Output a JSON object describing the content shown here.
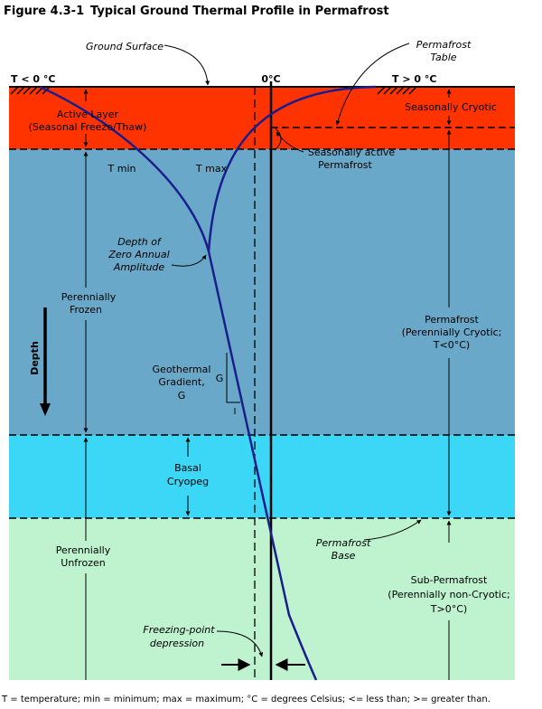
{
  "figure": {
    "number": "Figure 4.3-1",
    "title": "Typical Ground Thermal Profile in Permafrost"
  },
  "labels": {
    "ground_surface": "Ground Surface",
    "t_below_zero": "T < 0 °C",
    "zero_c": "0°C",
    "t_above_zero": "T > 0 °C",
    "permafrost_table_line1": "Permafrost",
    "permafrost_table_line2": "Table",
    "active_layer_line1": "Active Layer",
    "active_layer_line2": "(Seasonal Freeze/Thaw)",
    "seasonally_cryotic": "Seasonally Cryotic",
    "seasonally_active_line1": "Seasonally active",
    "seasonally_active_line2": "Permafrost",
    "t_min": "T min",
    "t_max": "T max",
    "zero_amp_line1": "Depth of",
    "zero_amp_line2": "Zero Annual",
    "zero_amp_line3": "Amplitude",
    "perennially_frozen_line1": "Perennially",
    "perennially_frozen_line2": "Frozen",
    "depth": "Depth",
    "permafrost_line1": "Permafrost",
    "permafrost_line2": "(Perennially Cryotic;",
    "permafrost_line3": "T<0°C)",
    "geothermal_line1": "Geothermal",
    "geothermal_line2": "Gradient,",
    "geothermal_line3": "G",
    "g_triangle": "G",
    "one_triangle": "I",
    "basal_line1": "Basal",
    "basal_line2": "Cryopeg",
    "unfrozen_line1": "Perennially",
    "unfrozen_line2": "Unfrozen",
    "permafrost_base_line1": "Permafrost",
    "permafrost_base_line2": "Base",
    "sub_permafrost_line1": "Sub-Permafrost",
    "sub_permafrost_line2": "(Perennially non-Cryotic;",
    "sub_permafrost_line3": "T>0°C)",
    "freezing_line1": "Freezing-point",
    "freezing_line2": "depression"
  },
  "footnote": "T = temperature; min = minimum; max = maximum; °C = degrees Celsius; <= less than; >= greater than.",
  "colors": {
    "active_layer": "#ff3300",
    "permafrost": "#6aa8c9",
    "cryopeg": "#3cd6f7",
    "unfrozen": "#bff3cf",
    "curve": "#1a1e8c"
  }
}
